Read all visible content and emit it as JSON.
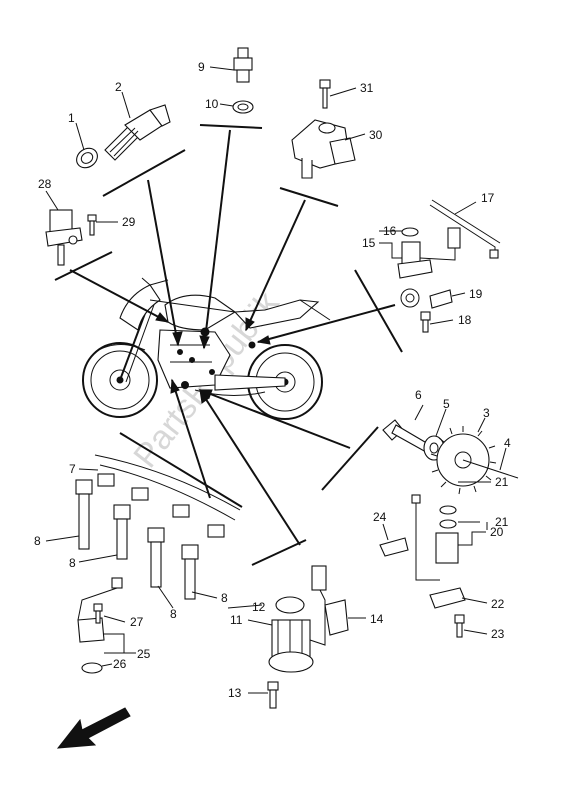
{
  "part_labels": {
    "p1": "1",
    "p2": "2",
    "p3": "3",
    "p4": "4",
    "p5": "5",
    "p6": "6",
    "p7": "7",
    "p8": "8",
    "p9": "9",
    "p10": "10",
    "p11": "11",
    "p12": "12",
    "p13": "13",
    "p14": "14",
    "p15": "15",
    "p16": "16",
    "p17": "17",
    "p18": "18",
    "p19": "19",
    "p20": "20",
    "p21": "21",
    "p22": "22",
    "p23": "23",
    "p24": "24",
    "p25": "25",
    "p26": "26",
    "p27": "27",
    "p28": "28",
    "p29": "29",
    "p30": "30",
    "p31": "31"
  },
  "watermark": "PartsRepublik"
}
